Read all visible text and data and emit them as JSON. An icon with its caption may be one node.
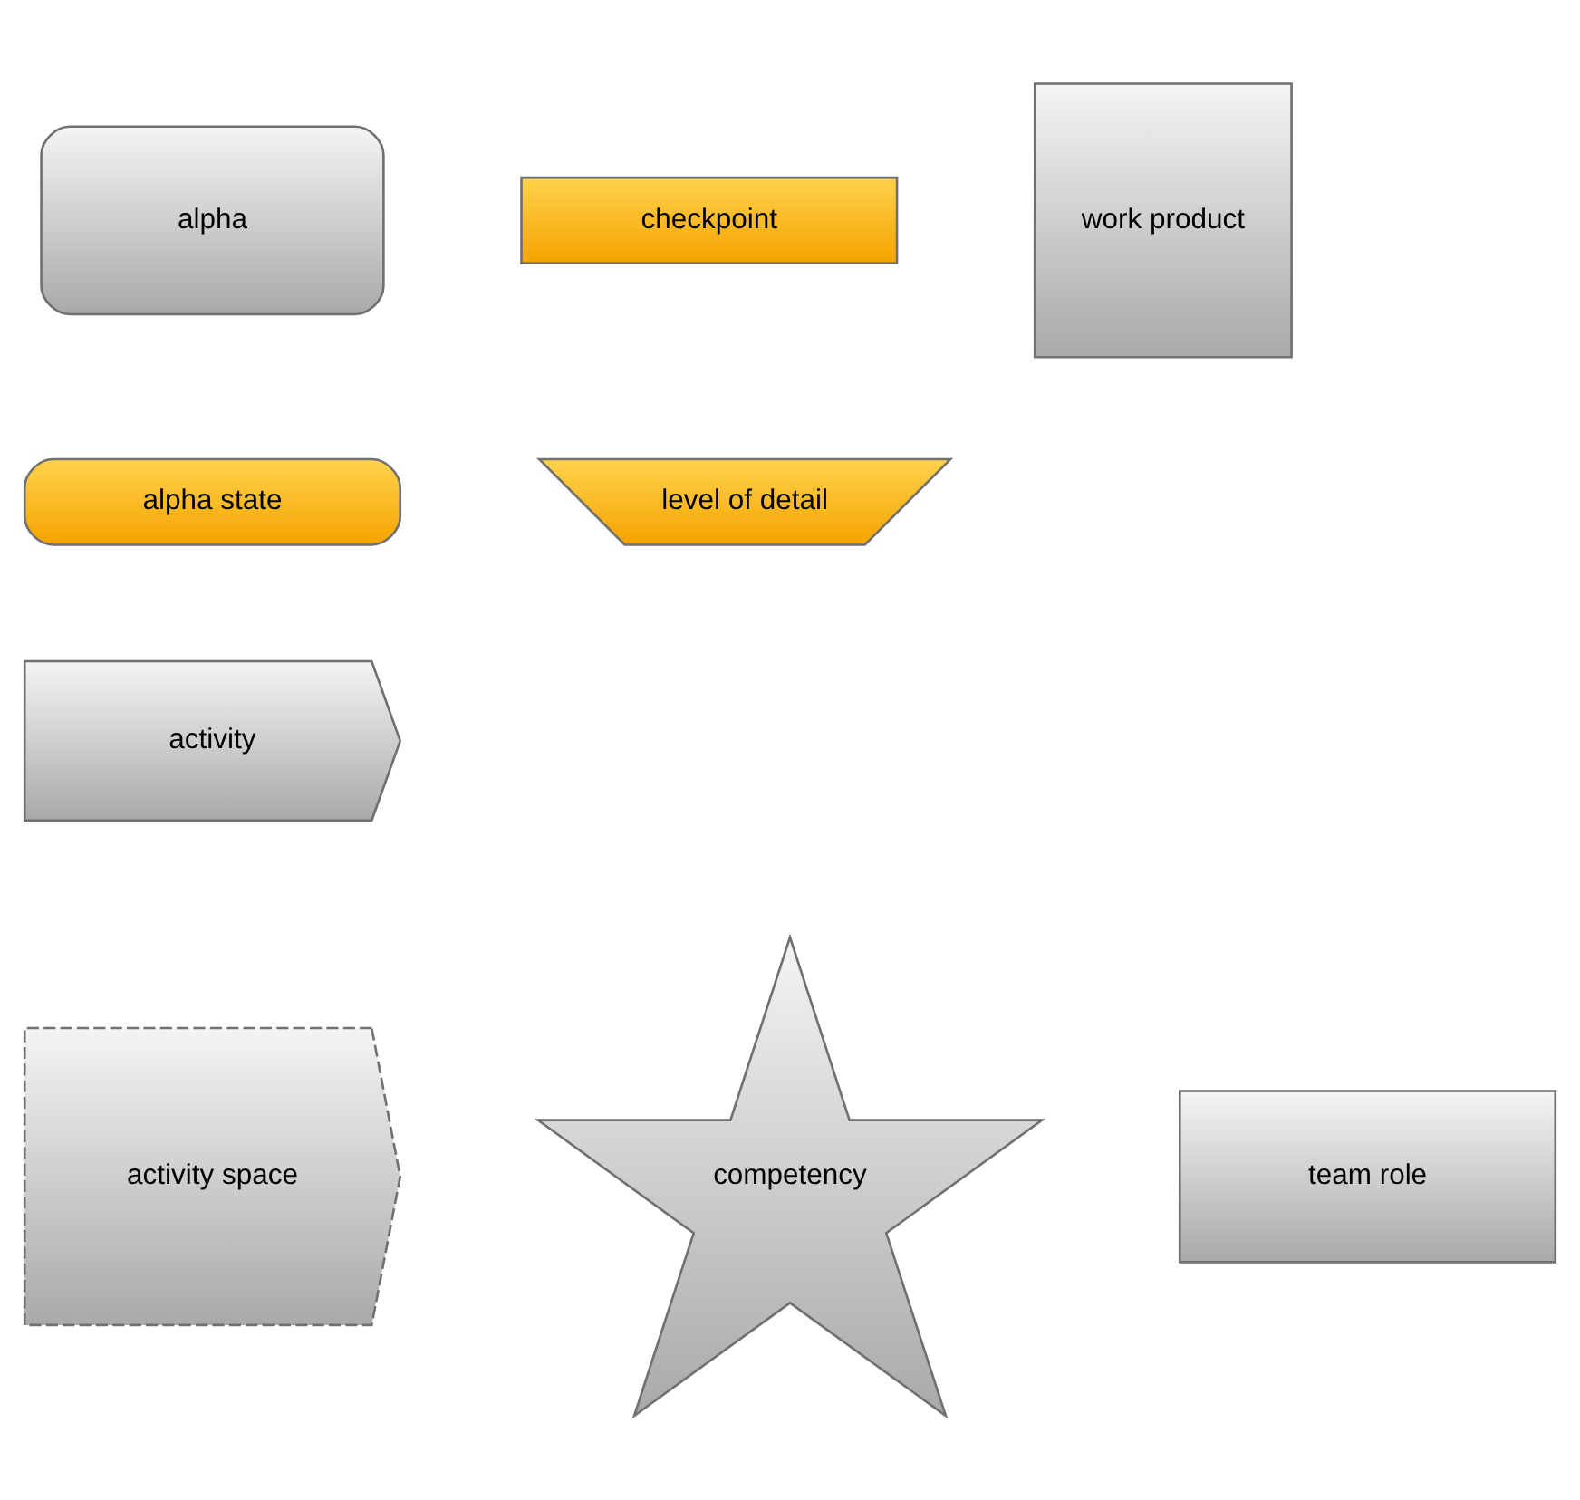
{
  "diagram": {
    "nodes": [
      {
        "text": [
          "alpha"
        ]
      },
      {
        "text": [
          "checkpoint"
        ]
      },
      {
        "text": [
          "work product"
        ]
      },
      {
        "text": [
          "alpha state"
        ]
      },
      {
        "text": [
          "level of detail"
        ]
      },
      {
        "text": [
          "activity"
        ]
      },
      {
        "text": [
          "activity space"
        ]
      },
      {
        "text": [
          "competency"
        ]
      },
      {
        "text": [
          "team role"
        ]
      }
    ],
    "edges": []
  }
}
